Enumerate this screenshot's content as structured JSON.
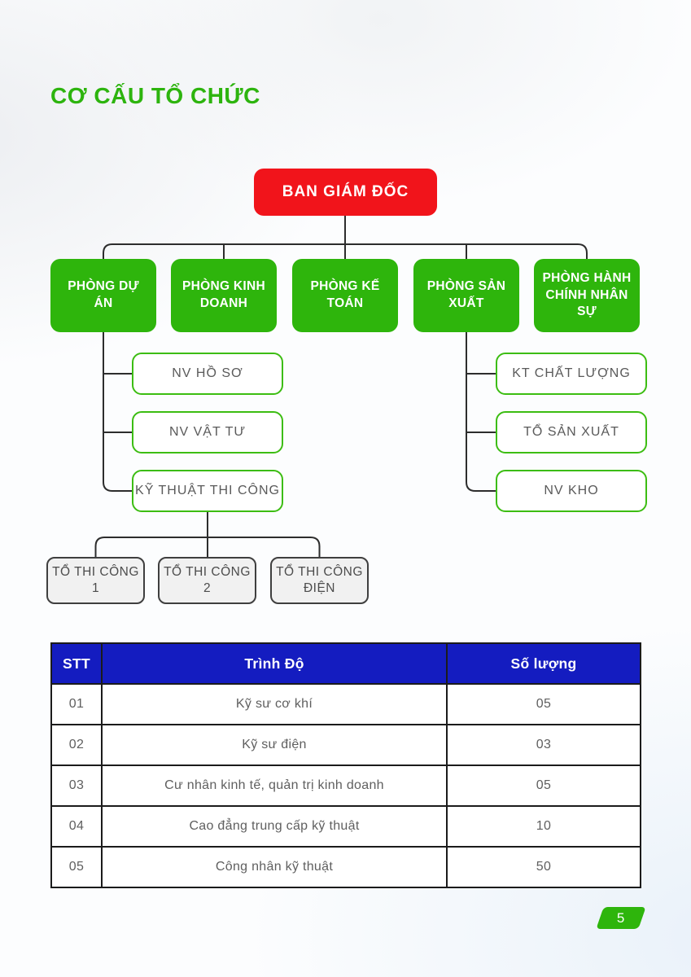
{
  "page": {
    "title": "CƠ CẤU TỔ CHỨC",
    "page_number": "5"
  },
  "colors": {
    "green": "#2eb50c",
    "red": "#f1141b",
    "header_blue": "#141cc0",
    "connector": "#2d2d2d"
  },
  "org_chart": {
    "root": {
      "label": "BAN GIÁM ĐỐC"
    },
    "departments": [
      {
        "label": "PHÒNG DỰ ÁN"
      },
      {
        "label": "PHÒNG KINH DOANH"
      },
      {
        "label": "PHÒNG KẾ TOÁN"
      },
      {
        "label": "PHÒNG SẢN XUẤT"
      },
      {
        "label": "PHÒNG HÀNH CHÍNH NHÂN SỰ"
      }
    ],
    "project_children": [
      {
        "label": "NV HỒ SƠ"
      },
      {
        "label": "NV VẬT TƯ"
      },
      {
        "label": "KỸ THUẬT THI CÔNG"
      }
    ],
    "construction_teams": [
      {
        "label": "TỔ THI CÔNG 1"
      },
      {
        "label": "TỔ THI CÔNG 2"
      },
      {
        "label": "TỔ THI CÔNG ĐIỆN"
      }
    ],
    "production_children": [
      {
        "label": "KT CHẤT LƯỢNG"
      },
      {
        "label": "TỔ SẢN XUẤT"
      },
      {
        "label": "NV KHO"
      }
    ]
  },
  "table": {
    "headers": [
      "STT",
      "Trình Độ",
      "Số lượng"
    ],
    "rows": [
      [
        "01",
        "Kỹ sư cơ khí",
        "05"
      ],
      [
        "02",
        "Kỹ sư điện",
        "03"
      ],
      [
        "03",
        "Cư nhân kinh tế, quản trị kinh doanh",
        "05"
      ],
      [
        "04",
        "Cao đẳng trung cấp kỹ thuật",
        "10"
      ],
      [
        "05",
        "Công nhân kỹ thuật",
        "50"
      ]
    ]
  }
}
